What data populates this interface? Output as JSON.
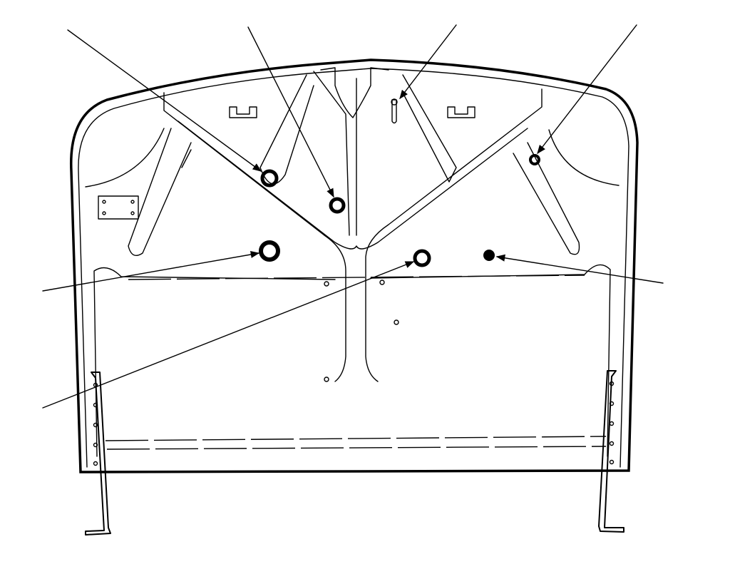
{
  "figure": {
    "subject": "hood-panel-underside",
    "line_color": "#000000",
    "background_color": "#ffffff",
    "callout_count": 7,
    "components": [
      "outer-panel",
      "inner-brace-frame",
      "hinge-brackets",
      "grommets",
      "latch-pin",
      "bumper-brackets",
      "plate"
    ]
  }
}
